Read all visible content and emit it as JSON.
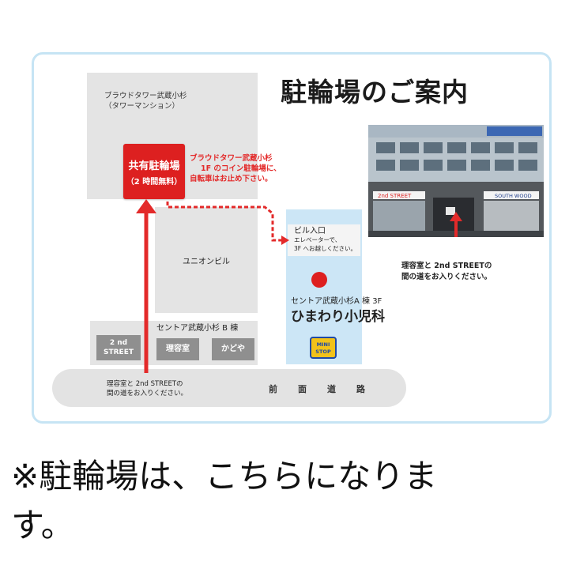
{
  "title": "駐輪場のご案内",
  "tower": {
    "line1": "ブラウドタワー武蔵小杉",
    "line2": "（タワーマンション）"
  },
  "parking": {
    "label": "共有駐輪場",
    "sub": "（2 時間無料）"
  },
  "parking_note": {
    "line1": "ブラウドタワー武蔵小杉",
    "line2": "1F のコイン駐輪場に、",
    "line3": "自転車はお止め下さい。"
  },
  "building_entrance": {
    "title": "ビル入口",
    "line1": "エレベーターで、",
    "line2": "3F へお越しください。"
  },
  "union_building": "ユニオンビル",
  "centre_b": "セントア武蔵小杉 B 棟",
  "shops": [
    "2 nd\nSTREET",
    "理容室",
    "かどや"
  ],
  "centre_a": "セントア武蔵小杉A 棟 3F",
  "clinic": "ひまわり小児科",
  "ministop": {
    "line1": "MINI",
    "line2": "STOP"
  },
  "road": "前面道路",
  "road_note": {
    "line1": "理容室と 2nd  STREETの",
    "line2": "間の道をお入りください。"
  },
  "photo_note": {
    "line1": "理容室と 2nd STREETの",
    "line2": "間の道をお入りください。"
  },
  "photo_signs": {
    "left": "2nd STREET",
    "right": "SOUTH WOOD"
  },
  "footer": {
    "line1": "※駐輪場は、こちらになりま",
    "line2": "す。"
  },
  "colors": {
    "frame_border": "#c6e4f4",
    "parking_red": "#dd2020",
    "route_red": "#e32a2a",
    "building_gray": "#e4e4e4",
    "shop_gray": "#8f8f8f",
    "clinic_blue": "#cce6f6"
  }
}
